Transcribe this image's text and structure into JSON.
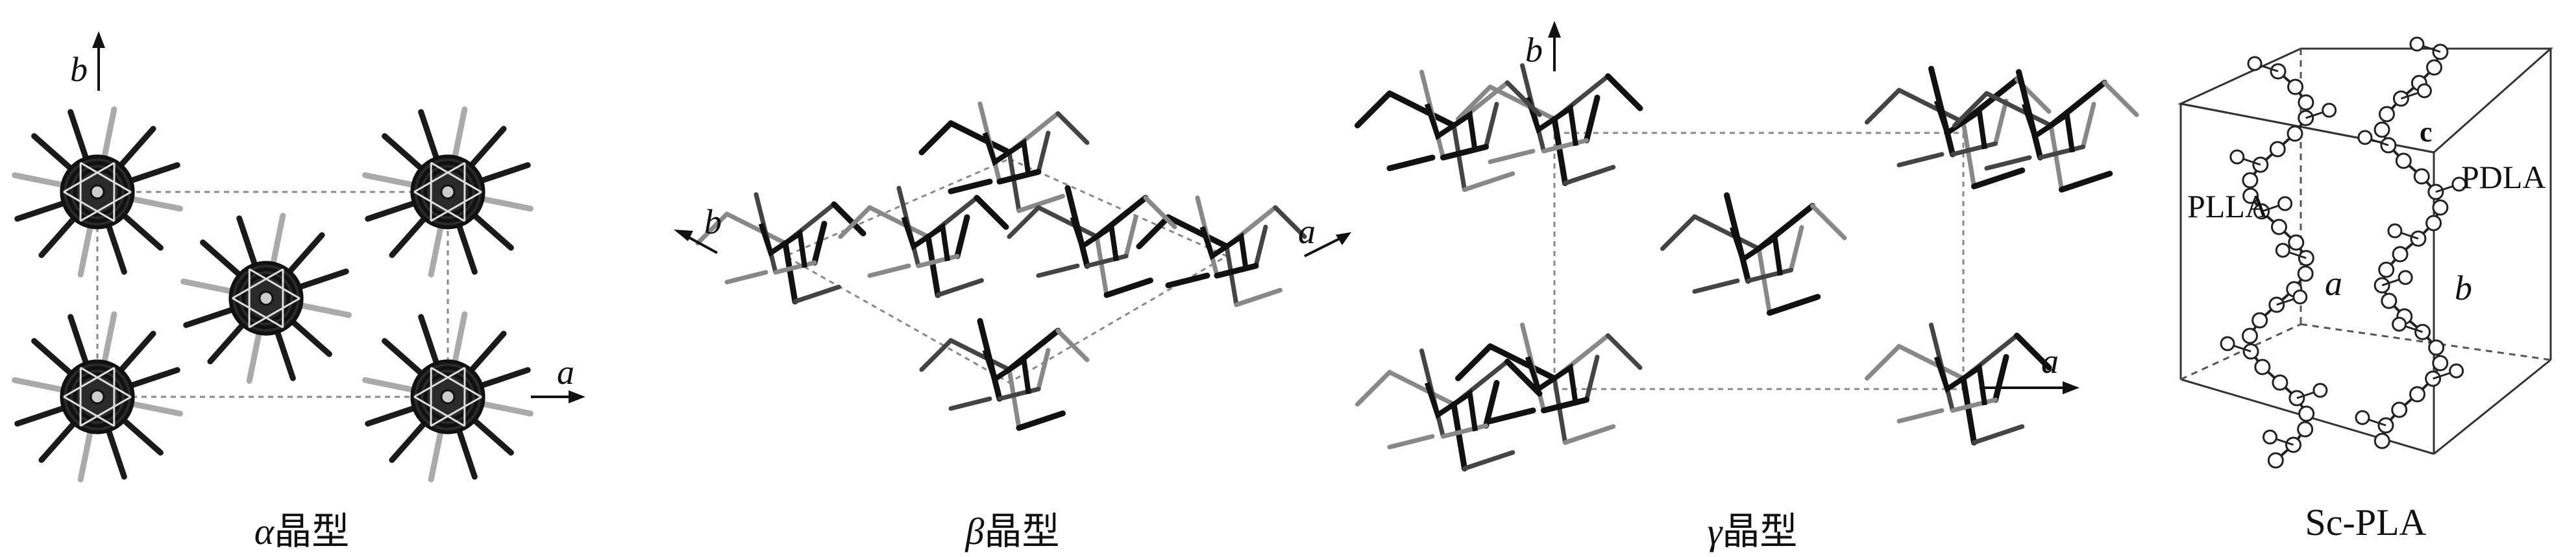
{
  "panels": [
    {
      "id": "alpha",
      "symbol": "α",
      "suffix": "晶型",
      "axis_labels": {
        "a": "a",
        "b": "b"
      }
    },
    {
      "id": "beta",
      "symbol": "β",
      "suffix": "晶型",
      "axis_labels": {
        "a": "a",
        "b": "b"
      }
    },
    {
      "id": "gamma",
      "symbol": "γ",
      "suffix": "晶型",
      "axis_labels": {
        "a": "a",
        "b": "b"
      }
    },
    {
      "id": "sc",
      "caption": "Sc-PLA",
      "labels": {
        "plla": "PLLA",
        "pdla": "PDLA",
        "a": "a",
        "b": "b",
        "c": "c"
      }
    }
  ]
}
